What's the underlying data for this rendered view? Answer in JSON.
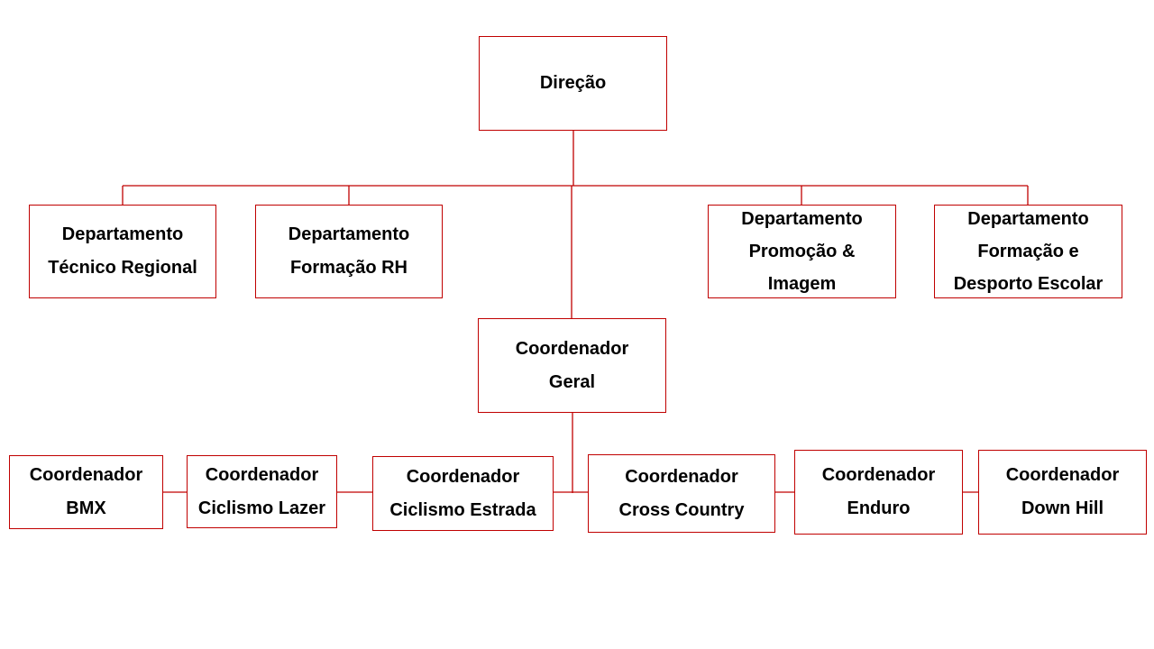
{
  "nodes": {
    "direcao": "Direção",
    "dept_tecnico_regional": "Departamento\nTécnico Regional",
    "dept_formacao_rh": "Departamento\nFormação RH",
    "dept_promocao_imagem": "Departamento\nPromoção &\nImagem",
    "dept_formacao_desporto": "Departamento\nFormação e\nDesporto Escolar",
    "coordenador_geral": "Coordenador\nGeral",
    "coord_bmx": "Coordenador\nBMX",
    "coord_ciclismo_lazer": "Coordenador\nCiclismo Lazer",
    "coord_ciclismo_estrada": "Coordenador\nCiclismo Estrada",
    "coord_cross_country": "Coordenador\nCross Country",
    "coord_enduro": "Coordenador\nEnduro",
    "coord_down_hill": "Coordenador\nDown Hill"
  },
  "colors": {
    "connector": "#c00000",
    "box_border": "#c00000",
    "text": "#000000"
  }
}
